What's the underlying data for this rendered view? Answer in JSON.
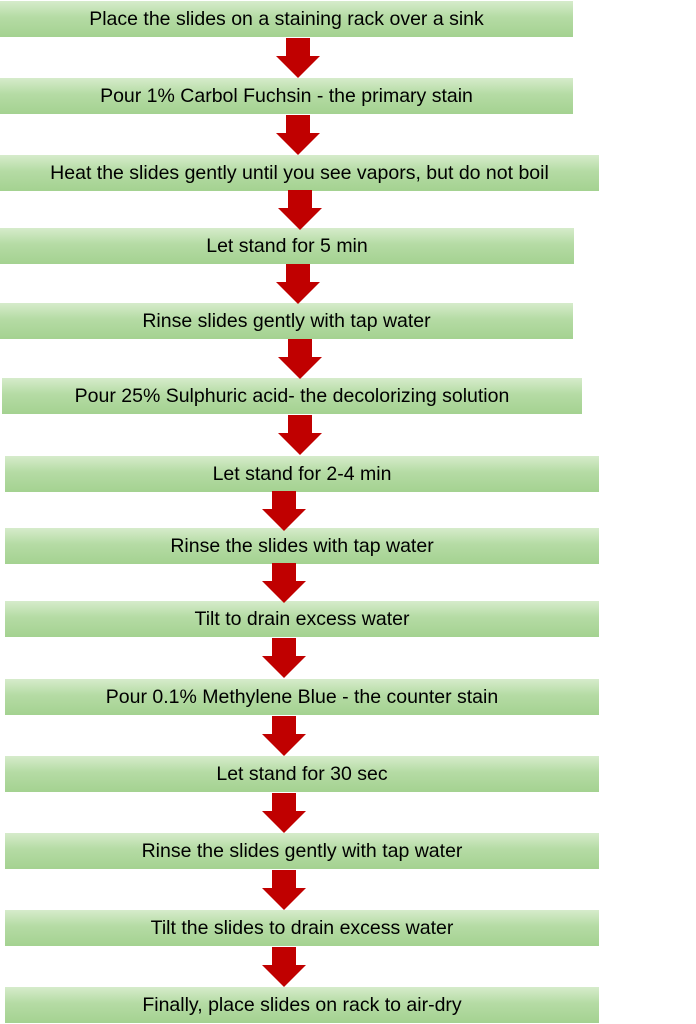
{
  "flowchart": {
    "steps": [
      "Place the slides on a staining rack over a sink",
      "Pour 1% Carbol Fuchsin - the primary stain",
      "Heat the slides gently until you see vapors, but do not boil",
      "Let stand for 5 min",
      "Rinse slides gently with tap water",
      "Pour 25% Sulphuric acid- the decolorizing solution",
      "Let stand for 2-4 min",
      "Rinse the slides with tap water",
      "Tilt to drain excess water",
      "Pour 0.1% Methylene Blue - the counter stain",
      "Let stand for 30 sec",
      "Rinse the slides gently with tap water",
      "Tilt the slides to drain excess water",
      "Finally, place slides on rack to air-dry"
    ],
    "colors": {
      "box_fill_top": "#d6eccb",
      "box_fill_bottom": "#a4d291",
      "arrow": "#c00000",
      "text": "#000000"
    }
  }
}
